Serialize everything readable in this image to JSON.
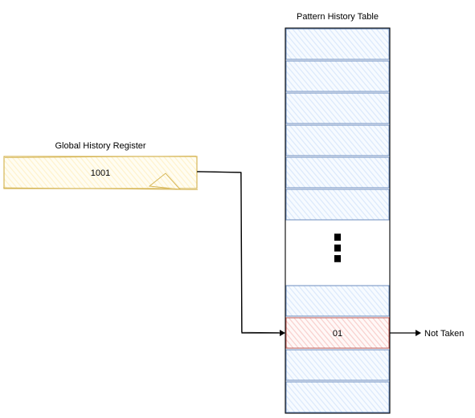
{
  "ghr": {
    "title": "Global History Register",
    "value": "1001"
  },
  "pht": {
    "title": "Pattern History Table",
    "selected_entry": "01",
    "ellipsis": "⋮"
  },
  "output": {
    "label": "Not Taken"
  },
  "colors": {
    "ghr_fill": "#fff2cc",
    "ghr_stroke": "#d6b656",
    "entry_fill": "#dae8fc",
    "entry_stroke": "#6c8ebf",
    "selected_fill": "#f8cecc",
    "selected_stroke": "#b85450",
    "line": "#000000"
  }
}
